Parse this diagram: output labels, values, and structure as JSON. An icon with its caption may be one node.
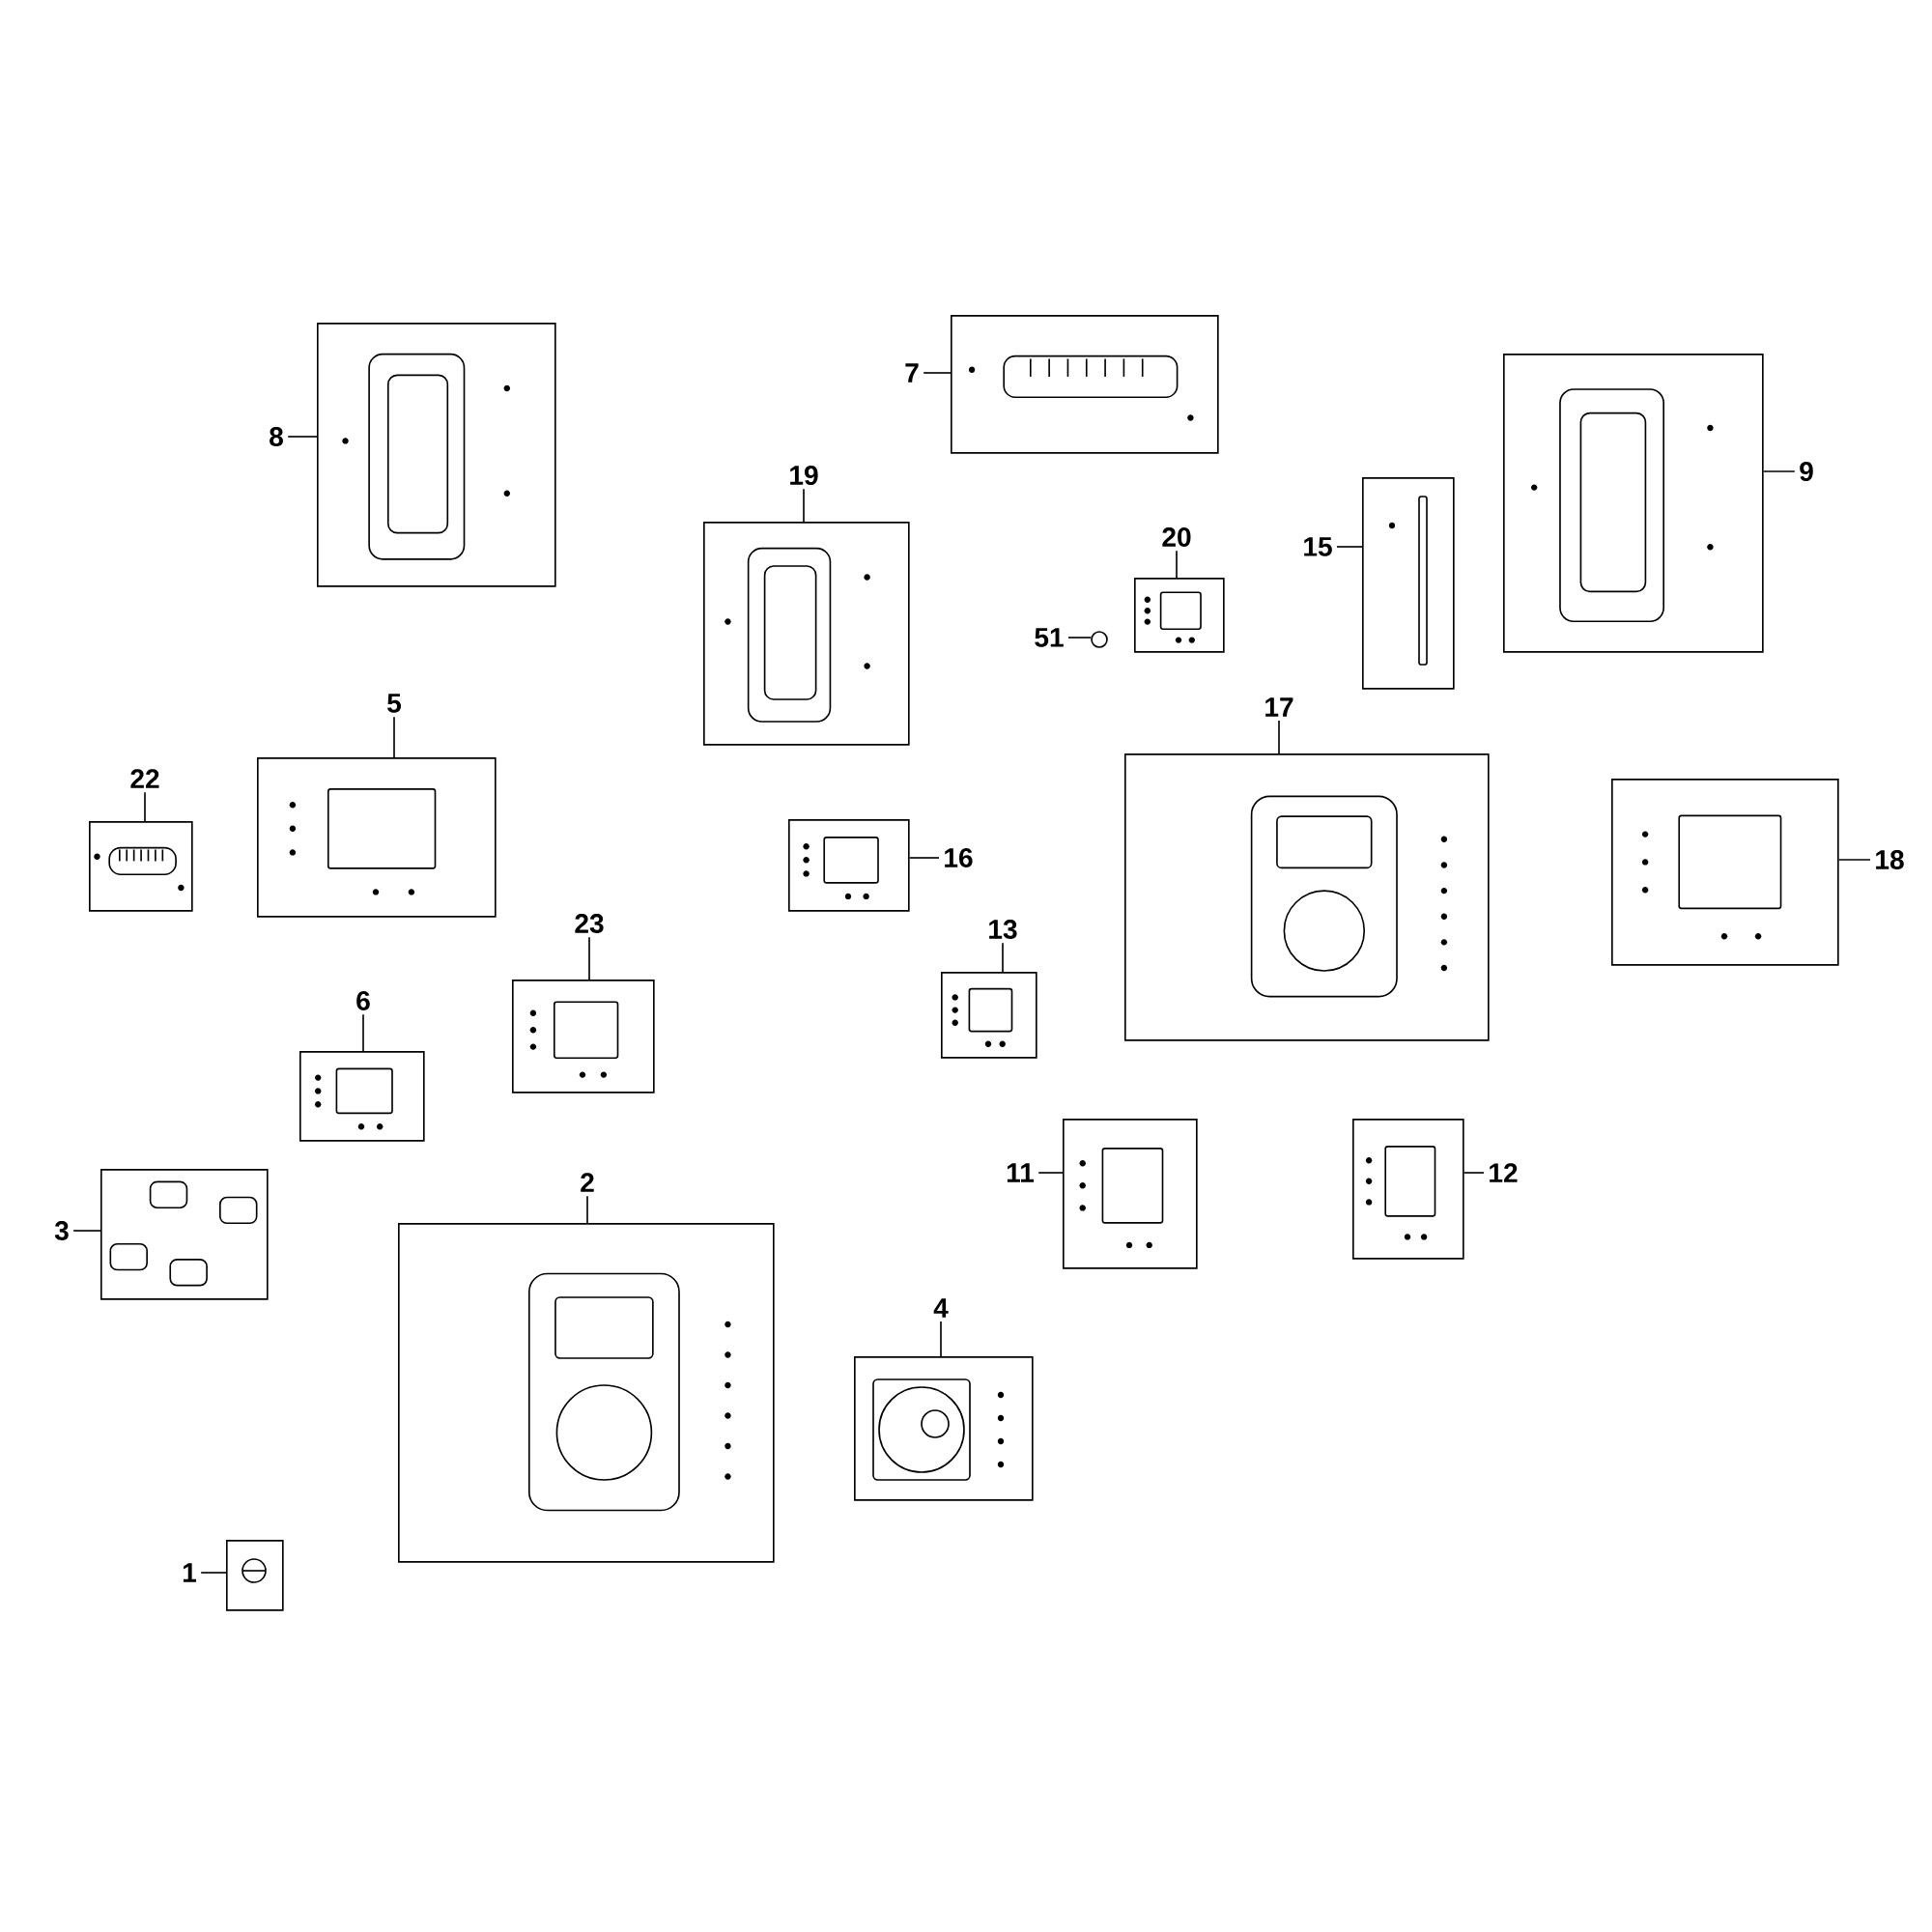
{
  "diagram": {
    "nodes": [
      {
        "text": [
          "7"
        ]
      },
      {
        "text": [],
        "shape": "picture"
      },
      {
        "text": [
          "8"
        ]
      },
      {
        "text": [],
        "shape": "picture"
      },
      {
        "text": [
          "9"
        ]
      },
      {
        "text": [],
        "shape": "picture"
      },
      {
        "text": [
          "19"
        ]
      },
      {
        "text": [],
        "shape": "picture"
      },
      {
        "text": [
          "15"
        ]
      },
      {
        "text": [],
        "shape": "picture"
      },
      {
        "text": [
          "20"
        ]
      },
      {
        "text": [],
        "shape": "picture"
      },
      {
        "text": [
          "51"
        ]
      },
      {
        "text": [],
        "shape": "circle"
      },
      {
        "text": [
          "5"
        ]
      },
      {
        "text": [],
        "shape": "picture"
      },
      {
        "text": [
          "22"
        ]
      },
      {
        "text": [],
        "shape": "picture"
      },
      {
        "text": [
          "17"
        ]
      },
      {
        "text": [],
        "shape": "picture"
      },
      {
        "text": [
          "18"
        ]
      },
      {
        "text": [],
        "shape": "picture"
      },
      {
        "text": [
          "16"
        ]
      },
      {
        "text": [],
        "shape": "picture"
      },
      {
        "text": [
          "23"
        ]
      },
      {
        "text": [],
        "shape": "picture"
      },
      {
        "text": [
          "13"
        ]
      },
      {
        "text": [],
        "shape": "picture"
      },
      {
        "text": [
          "6"
        ]
      },
      {
        "text": [],
        "shape": "picture"
      },
      {
        "text": [
          "11"
        ]
      },
      {
        "text": [],
        "shape": "picture"
      },
      {
        "text": [
          "12"
        ]
      },
      {
        "text": [],
        "shape": "picture"
      },
      {
        "text": [
          "3"
        ]
      },
      {
        "text": [],
        "shape": "picture"
      },
      {
        "text": [
          "2"
        ]
      },
      {
        "text": [],
        "shape": "picture"
      },
      {
        "text": [
          "4"
        ]
      },
      {
        "text": [],
        "shape": "picture"
      },
      {
        "text": [
          "1"
        ]
      },
      {
        "text": [],
        "shape": "picture"
      }
    ],
    "edges": [
      {
        "from": 0,
        "to": 1,
        "arrow": "none"
      },
      {
        "from": 2,
        "to": 3,
        "arrow": "none"
      },
      {
        "from": 4,
        "to": 5,
        "arrow": "none"
      },
      {
        "from": 6,
        "to": 7,
        "arrow": "none"
      },
      {
        "from": 8,
        "to": 9,
        "arrow": "none"
      },
      {
        "from": 10,
        "to": 11,
        "arrow": "none"
      },
      {
        "from": 12,
        "to": 13,
        "arrow": "none"
      },
      {
        "from": 14,
        "to": 15,
        "arrow": "none"
      },
      {
        "from": 16,
        "to": 17,
        "arrow": "none"
      },
      {
        "from": 18,
        "to": 19,
        "arrow": "none"
      },
      {
        "from": 20,
        "to": 21,
        "arrow": "none"
      },
      {
        "from": 22,
        "to": 23,
        "arrow": "none"
      },
      {
        "from": 24,
        "to": 25,
        "arrow": "none"
      },
      {
        "from": 26,
        "to": 27,
        "arrow": "none"
      },
      {
        "from": 28,
        "to": 29,
        "arrow": "none"
      },
      {
        "from": 30,
        "to": 31,
        "arrow": "none"
      },
      {
        "from": 32,
        "to": 33,
        "arrow": "none"
      },
      {
        "from": 34,
        "to": 35,
        "arrow": "none"
      },
      {
        "from": 36,
        "to": 37,
        "arrow": "none"
      },
      {
        "from": 38,
        "to": 39,
        "arrow": "none"
      },
      {
        "from": 40,
        "to": 41,
        "arrow": "none"
      }
    ]
  }
}
